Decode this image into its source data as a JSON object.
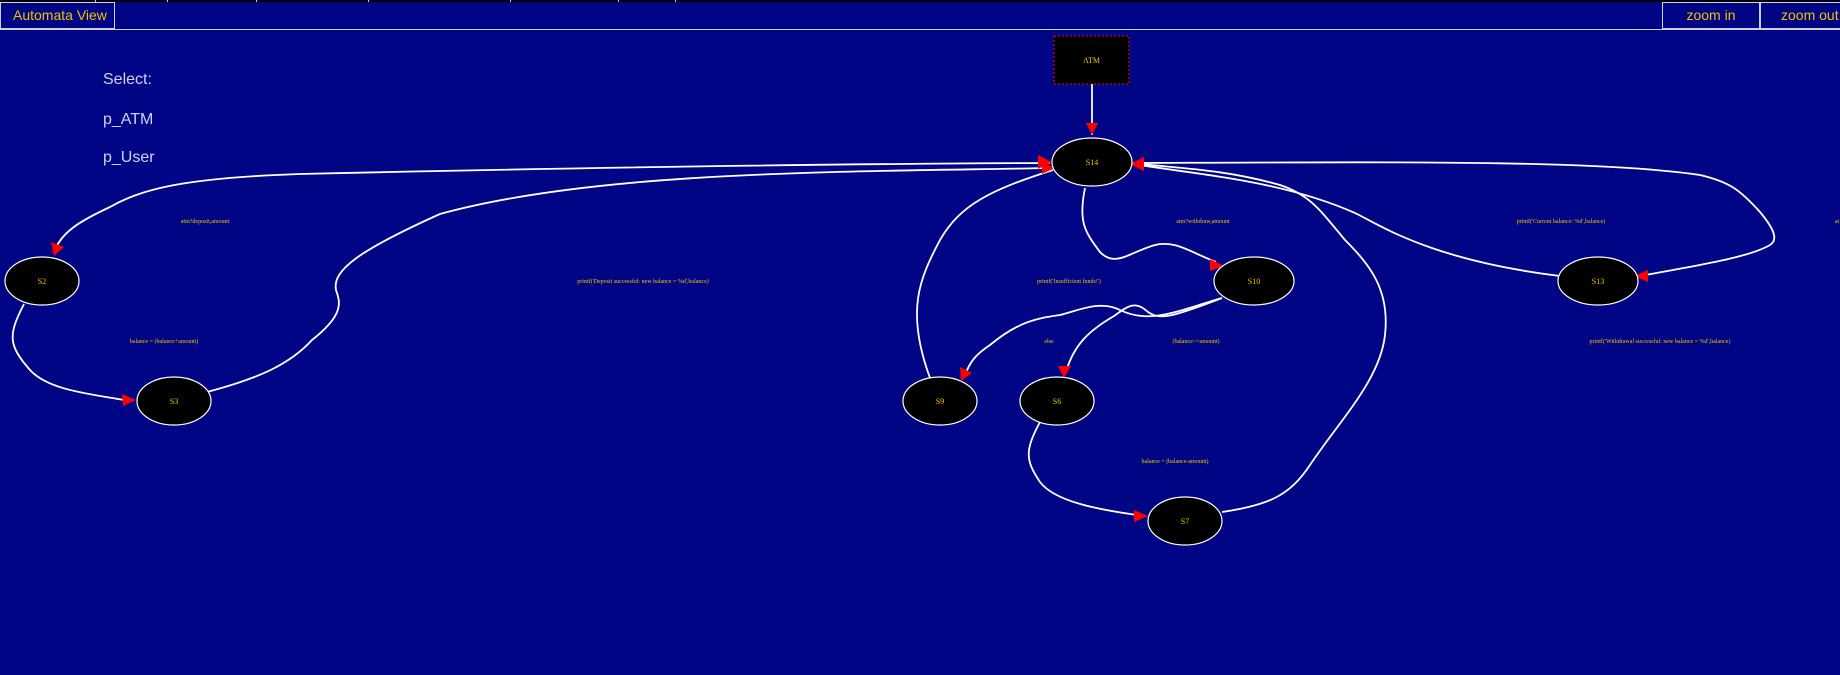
{
  "toolbar": {
    "title": "Automata View",
    "zoom_in": "zoom in",
    "zoom_out": "zoom out"
  },
  "selector": {
    "title": "Select:",
    "items": [
      "p_ATM",
      "p_User"
    ]
  },
  "colors": {
    "background": "#000585",
    "text": "#f2c200",
    "edge": "#ffffff",
    "arrowhead": "#ff0000",
    "node": "#000000",
    "init_border": "#ff0000"
  },
  "graph": {
    "init_label": "ATM",
    "nodes": [
      "S14",
      "S2",
      "S3",
      "S9",
      "S6",
      "S10",
      "S7",
      "S13"
    ],
    "edge_labels": [
      "atm?deposit,amount",
      "balance = (balance+amount)",
      "printf('Deposit successful: new balance = %d',balance)",
      "printf('Insufficient funds!')",
      "atm?withdraw,amount",
      "else",
      "(balance>=amount)",
      "balance = (balance-amount)",
      "printf('Current balance: %d',balance)",
      "printf('Withdrawal successful: new balance = %d',balance)",
      "at"
    ]
  }
}
